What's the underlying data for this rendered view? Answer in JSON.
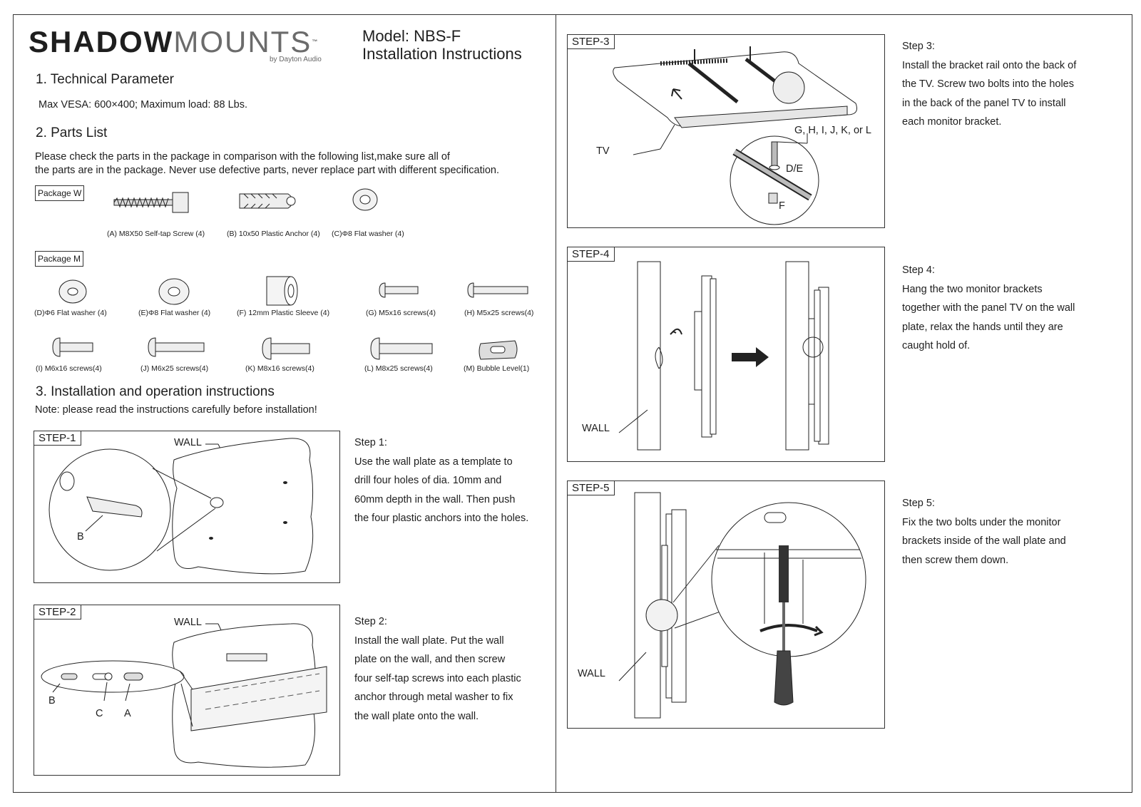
{
  "brand": {
    "name_dark": "SHADOW",
    "name_light": "MOUNTS",
    "tm": "™",
    "sub": "by Dayton Audio"
  },
  "model": {
    "line1": "Model: NBS-F",
    "line2": "Installation Instructions"
  },
  "sections": {
    "tech_title": "1. Technical Parameter",
    "tech_text": "Max VESA: 600×400; Maximum load: 88 Lbs.",
    "parts_title": "2. Parts List",
    "parts_text_1": "Please check the parts in the package in comparison with the following list,make sure all of",
    "parts_text_2": "the parts are in the package. Never use defective parts, never replace part with different specification.",
    "install_title": "3. Installation and operation instructions",
    "install_note": "Note: please read the instructions carefully before installation!"
  },
  "package_w": {
    "label": "Package W",
    "items": [
      "(A) M8X50 Self-tap Screw (4)",
      "(B) 10x50 Plastic Anchor (4)",
      "(C)Φ8 Flat washer  (4)"
    ]
  },
  "package_m": {
    "label": "Package M",
    "row1": [
      "(D)Φ6 Flat washer  (4)",
      "(E)Φ8 Flat washer  (4)",
      "(F) 12mm Plastic Sleeve (4)",
      "(G) M5x16 screws(4)",
      "(H) M5x25 screws(4)"
    ],
    "row2": [
      "(I) M6x16 screws(4)",
      "(J) M6x25 screws(4)",
      "(K) M8x16 screws(4)",
      "(L) M8x25 screws(4)",
      "(M) Bubble Level(1)"
    ]
  },
  "steps": {
    "s1": {
      "label": "STEP-1",
      "wall": "WALL",
      "callout": "B",
      "title": "Step 1:",
      "lines": [
        "Use the wall plate as a template to",
        "drill four holes of dia. 10mm and",
        "60mm depth in the wall. Then push",
        "the four plastic anchors into the holes."
      ]
    },
    "s2": {
      "label": "STEP-2",
      "wall": "WALL",
      "callouts": [
        "B",
        "C",
        "A"
      ],
      "title": "Step 2:",
      "lines": [
        "Install the wall plate. Put the wall",
        "plate on the wall, and then screw",
        "four self-tap screws into each plastic",
        "anchor through metal washer to fix",
        "the wall plate onto the wall."
      ]
    },
    "s3": {
      "label": "STEP-3",
      "tv": "TV",
      "bolts": "G, H, I, J, K, or L",
      "washer": "D/E",
      "sleeve": "F",
      "title": "Step 3:",
      "lines": [
        "Install the bracket rail onto the back of",
        "the TV. Screw two bolts into the holes",
        "in the back of the panel TV to install",
        "each monitor bracket."
      ]
    },
    "s4": {
      "label": "STEP-4",
      "wall": "WALL",
      "title": "Step 4:",
      "lines": [
        "Hang the two monitor brackets",
        "together with the panel TV on the wall",
        "plate, relax the hands until they are",
        "caught hold of."
      ]
    },
    "s5": {
      "label": "STEP-5",
      "wall": "WALL",
      "title": "Step 5:",
      "lines": [
        "Fix the two bolts under the monitor",
        "brackets inside of the wall plate and",
        "then screw them down."
      ]
    }
  }
}
